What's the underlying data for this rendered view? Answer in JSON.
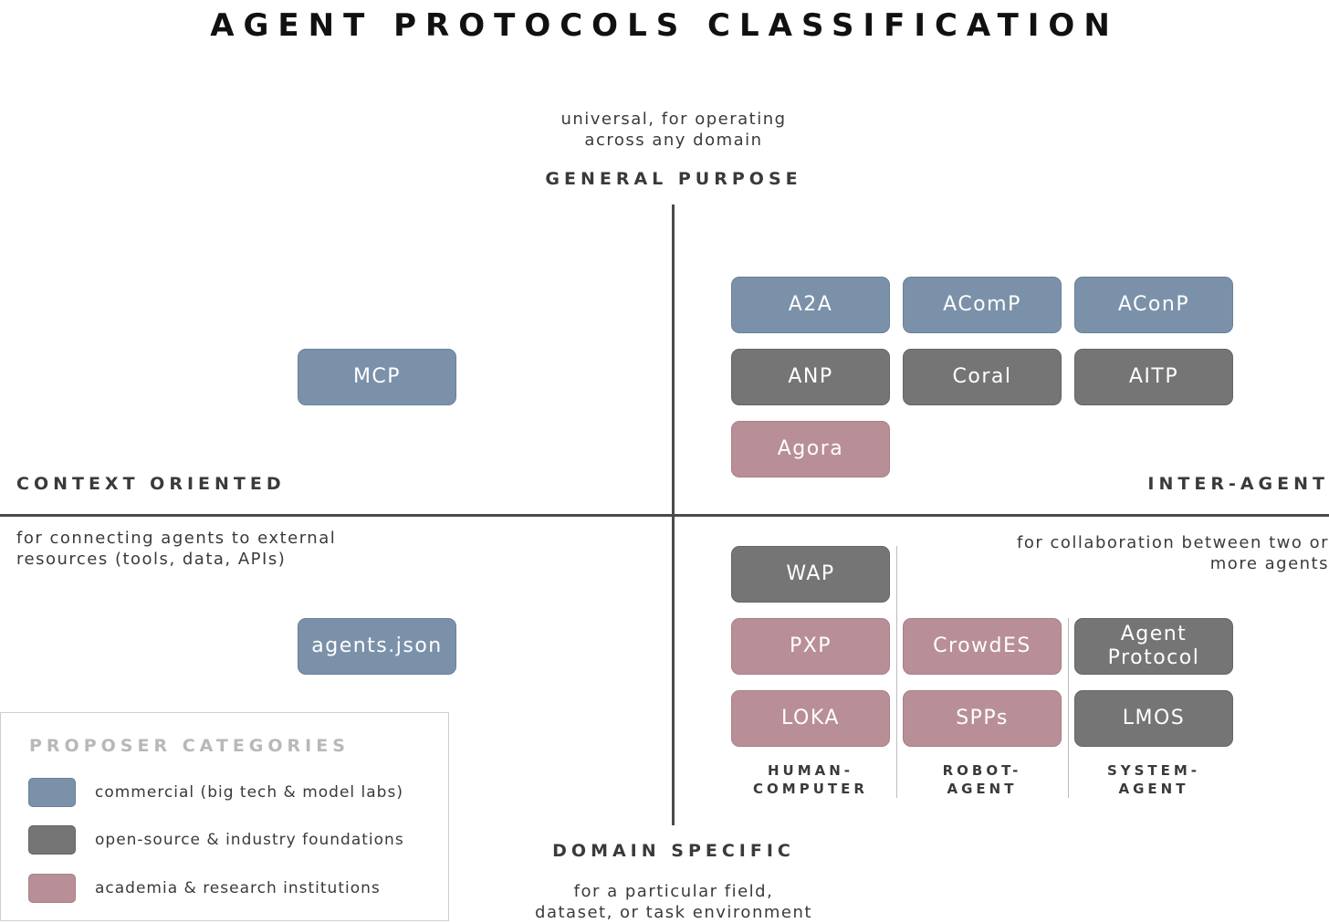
{
  "title": "AGENT PROTOCOLS CLASSIFICATION",
  "axes": {
    "top": {
      "label": "GENERAL PURPOSE",
      "desc_line1": "universal, for operating",
      "desc_line2": "across any domain"
    },
    "bottom": {
      "label": "DOMAIN SPECIFIC",
      "desc_line1": "for a particular field,",
      "desc_line2": "dataset, or task environment"
    },
    "left": {
      "label": "CONTEXT ORIENTED",
      "desc_line1": "for connecting agents to external",
      "desc_line2": "resources (tools, data, APIs)"
    },
    "right": {
      "label": "INTER-AGENT",
      "desc_line1": "for collaboration between two or",
      "desc_line2": "more agents"
    }
  },
  "protocols": {
    "mcp": {
      "label": "MCP",
      "category": "commercial"
    },
    "agents_json": {
      "label": "agents.json",
      "category": "commercial"
    },
    "a2a": {
      "label": "A2A",
      "category": "commercial"
    },
    "acomp": {
      "label": "AComP",
      "category": "commercial"
    },
    "aconp": {
      "label": "AConP",
      "category": "commercial"
    },
    "anp": {
      "label": "ANP",
      "category": "open-source"
    },
    "coral": {
      "label": "Coral",
      "category": "open-source"
    },
    "aitp": {
      "label": "AITP",
      "category": "open-source"
    },
    "agora": {
      "label": "Agora",
      "category": "academia"
    },
    "wap": {
      "label": "WAP",
      "category": "open-source"
    },
    "pxp": {
      "label": "PXP",
      "category": "academia"
    },
    "crowdes": {
      "label": "CrowdES",
      "category": "academia"
    },
    "agent_protocol": {
      "label_line1": "Agent",
      "label_line2": "Protocol",
      "category": "open-source"
    },
    "loka": {
      "label": "LOKA",
      "category": "academia"
    },
    "spps": {
      "label": "SPPs",
      "category": "academia"
    },
    "lmos": {
      "label": "LMOS",
      "category": "open-source"
    }
  },
  "sub_columns": {
    "human_computer": {
      "line1": "HUMAN-",
      "line2": "COMPUTER"
    },
    "robot_agent": {
      "line1": "ROBOT-",
      "line2": "AGENT"
    },
    "system_agent": {
      "line1": "SYSTEM-",
      "line2": "AGENT"
    }
  },
  "legend": {
    "title": "PROPOSER CATEGORIES",
    "items": [
      {
        "label": "commercial (big tech & model labs)",
        "color": "#7a91a9"
      },
      {
        "label": "open-source & industry foundations",
        "color": "#757575"
      },
      {
        "label": "academia & research institutions",
        "color": "#b98f97"
      }
    ]
  },
  "colors": {
    "commercial": "#7a91a9",
    "open-source": "#757575",
    "academia": "#b98f97"
  }
}
